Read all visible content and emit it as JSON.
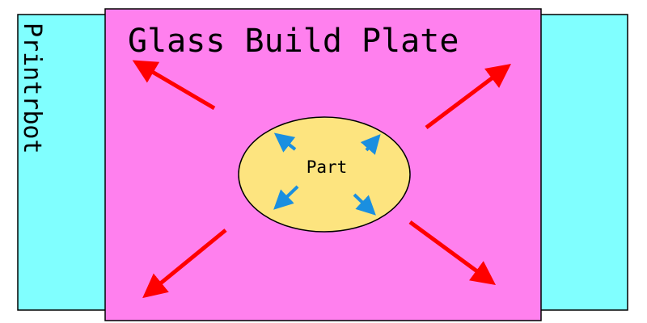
{
  "printer": {
    "label": "Printrbot",
    "color": "#80ffff"
  },
  "plate": {
    "label": "Glass Build Plate",
    "color": "#ff80ee"
  },
  "part": {
    "label": "Part",
    "color": "#fde47f"
  },
  "arrows": {
    "plate_expansion_color": "#ff0000",
    "part_expansion_color": "#1a8fe0"
  }
}
